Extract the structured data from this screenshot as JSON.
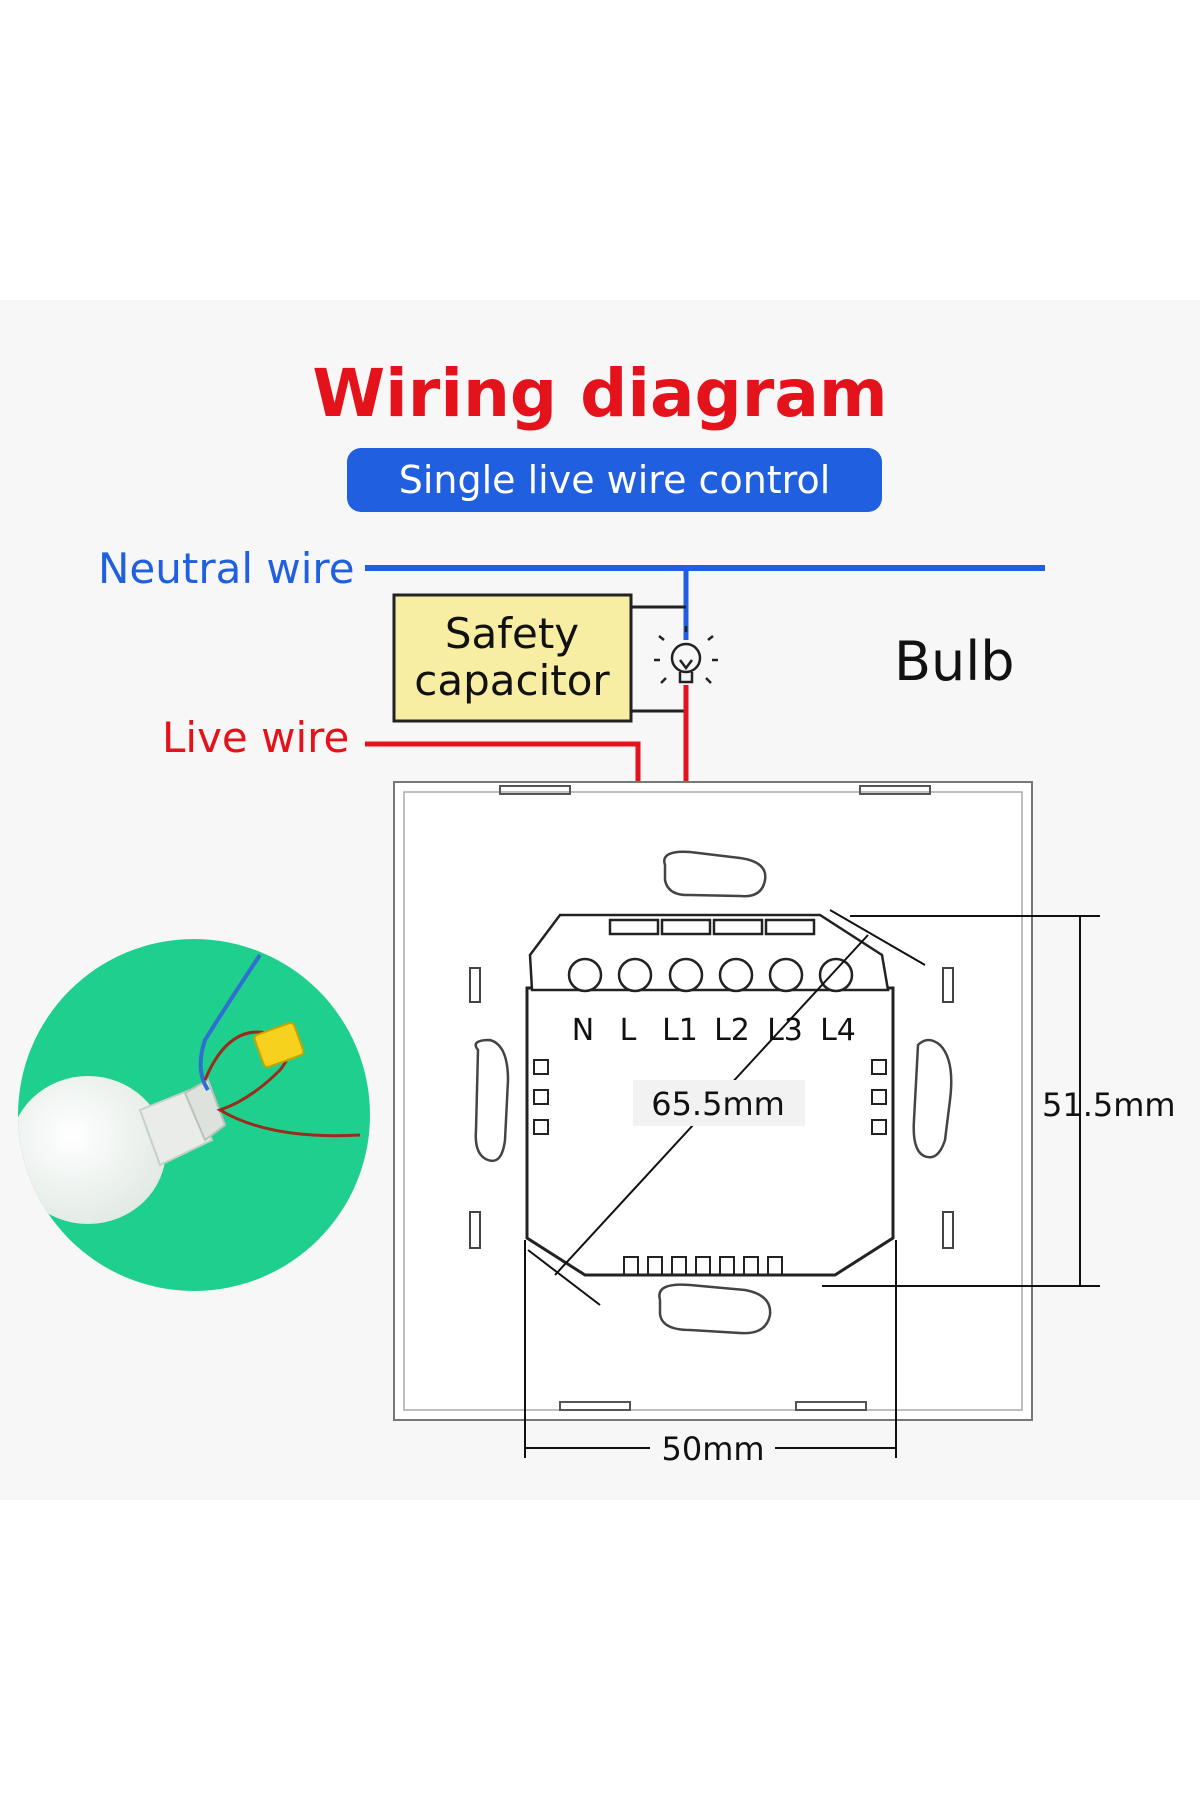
{
  "title": "Wiring diagram",
  "subtitle": "Single live wire control",
  "labels": {
    "neutral_wire": "Neutral wire",
    "live_wire": "Live wire",
    "safety_capacitor_line1": "Safety",
    "safety_capacitor_line2": "capacitor",
    "bulb": "Bulb"
  },
  "terminals": [
    "N",
    "L",
    "L1",
    "L2",
    "L3",
    "L4"
  ],
  "dimensions": {
    "diagonal": "65.5mm",
    "height": "51.5mm",
    "width": "50mm"
  },
  "colors": {
    "title_red": "#e3121b",
    "neutral_blue": "#1f5fe0",
    "live_red": "#e3121b",
    "capacitor_fill": "#f8eea3",
    "photo_green": "#1fcf8e"
  },
  "photo": {
    "description_icon": "bulb-with-capacitor-photo"
  }
}
